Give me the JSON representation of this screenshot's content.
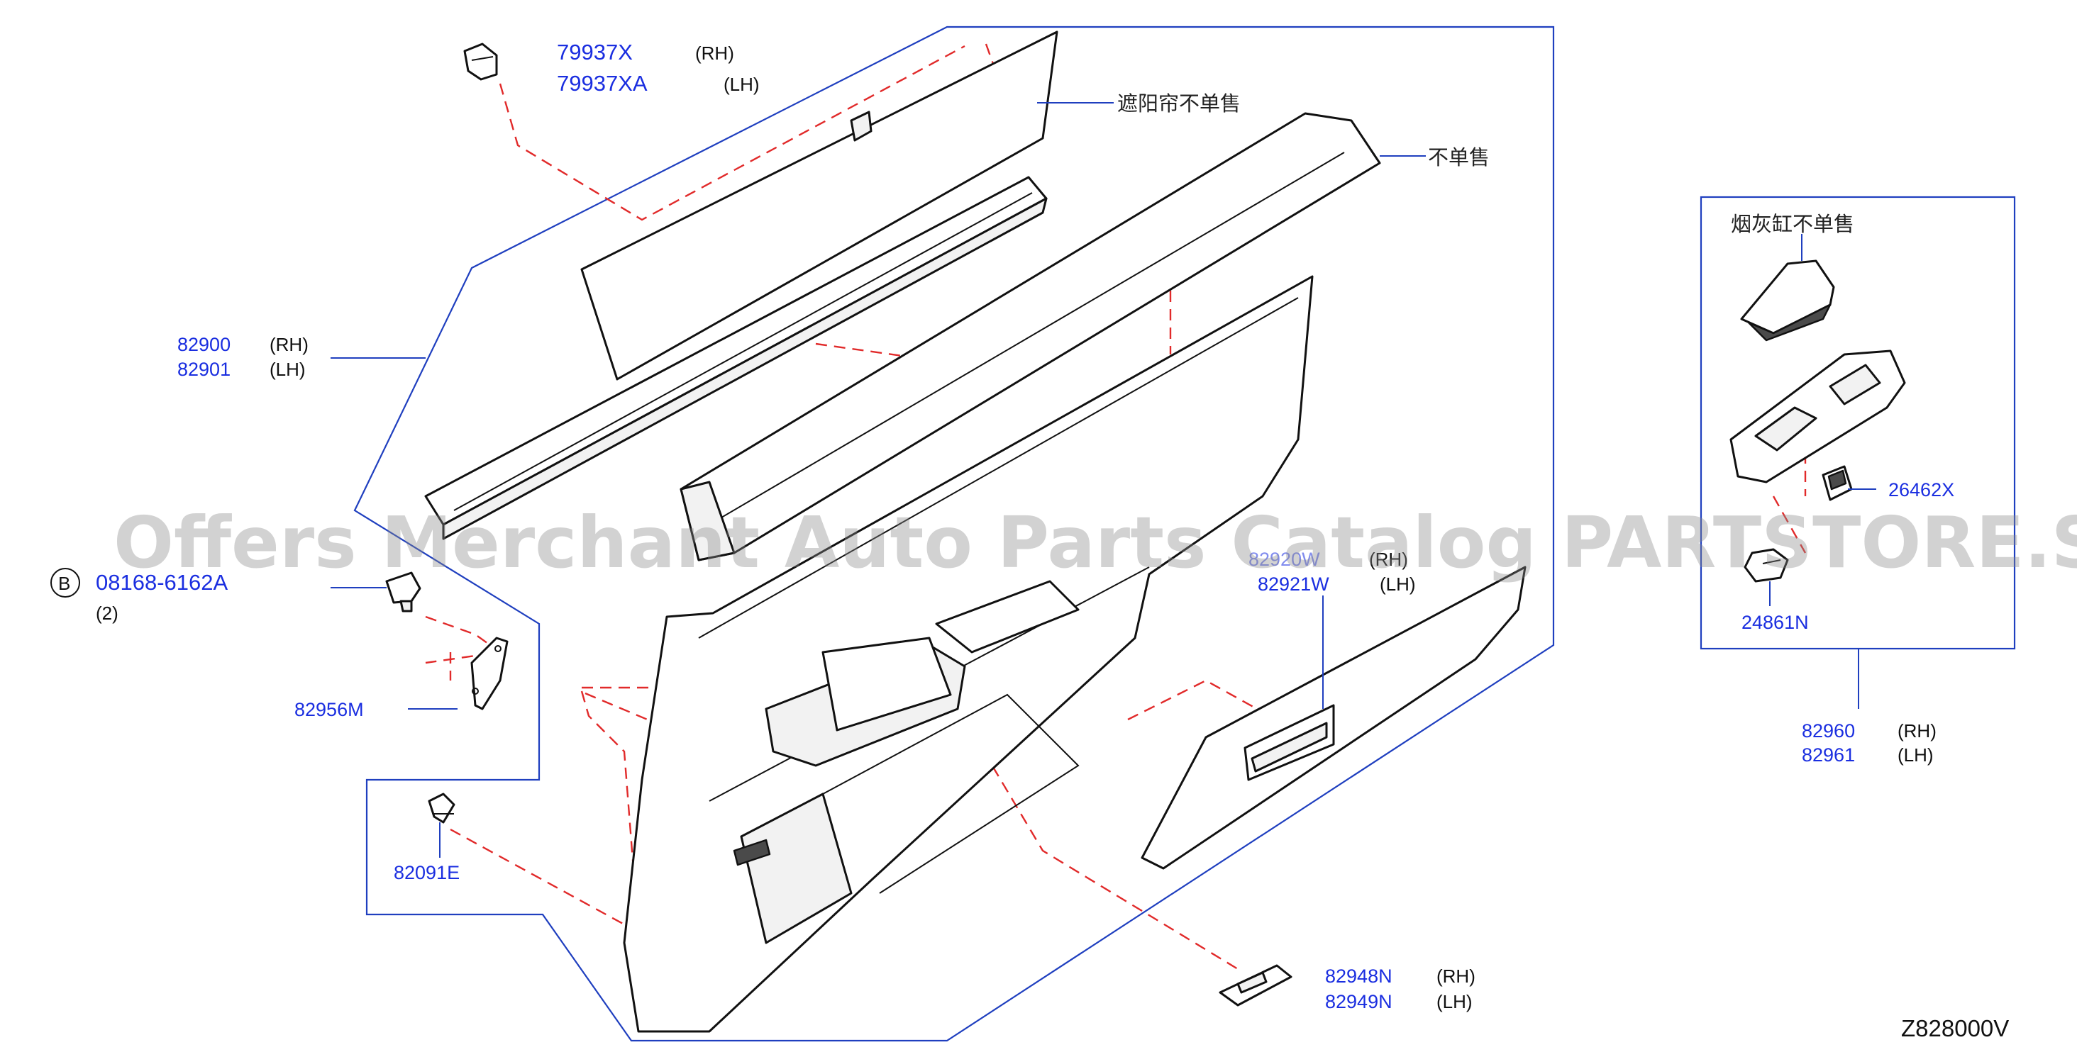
{
  "labels": {
    "p79937x": "79937X",
    "p79937x_side": "(RH)",
    "p79937xa": "79937XA",
    "p79937xa_side": "(LH)",
    "sunshade_note": "遮阳帘不单售",
    "not_sold_note": "不单售",
    "p82900": "82900",
    "p82900_side": "(RH)",
    "p82901": "82901",
    "p82901_side": "(LH)",
    "bolt_prefix": "B",
    "bolt_pn": "08168-6162A",
    "bolt_qty": "(2)",
    "p82956m": "82956M",
    "p82091e": "82091E",
    "p82920_partial": "82920W",
    "p82920_side": "(RH)",
    "p82921w": "82921W",
    "p82921w_side": "(LH)",
    "p82948n": "82948N",
    "p82948n_side": "(RH)",
    "p82949n": "82949N",
    "p82949n_side": "(LH)",
    "ashtray_note": "烟灰缸不单售",
    "p26462x": "26462X",
    "p24861n": "24861N",
    "p82960": "82960",
    "p82960_side": "(RH)",
    "p82961": "82961",
    "p82961_side": "(LH)",
    "diagram_code": "Z828000V"
  },
  "watermark": "Offers Merchant Auto Parts Catalog PARTSTORE.SA",
  "colors": {
    "part_number": "#1a2ee0",
    "frame_line": "#1f3fbf",
    "dash_line": "#e12a2a"
  }
}
